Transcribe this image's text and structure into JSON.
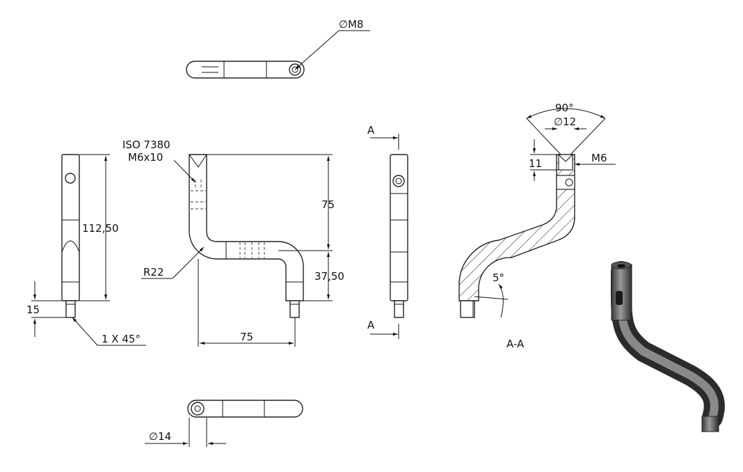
{
  "drawing": {
    "top_view_thread": "∅M8",
    "note_iso": "ISO 7380",
    "note_screw": "M6x10",
    "dim_height_left": "112,50",
    "dim_pin_length": "15",
    "note_chamfer": "1 X 45°",
    "dim_upper_height": "75",
    "dim_lower_height": "37,50",
    "dim_radius": "R22",
    "dim_horizontal": "75",
    "dim_bottom_dia": "∅14",
    "section_marker_top": "A",
    "section_marker_bottom": "A",
    "section_title": "A-A",
    "section_angle_90": "90°",
    "section_dia_12": "∅12",
    "section_depth": "11",
    "section_thread": "M6",
    "section_angle_5": "5°"
  },
  "colors": {
    "line": "#111111",
    "iso_body": "#555555",
    "iso_light": "#9a9a9a"
  }
}
